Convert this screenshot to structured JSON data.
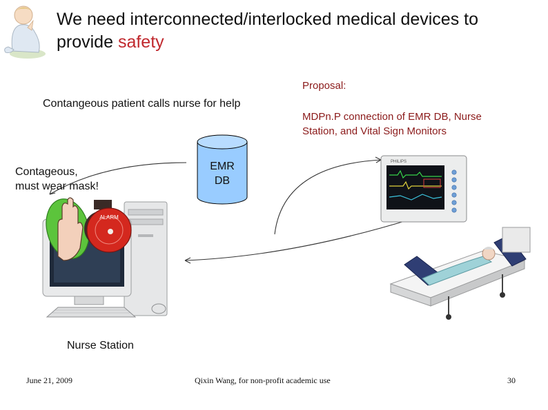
{
  "slide": {
    "title_line1": "We need interconnected/interlocked medical devices to",
    "title_line2_prefix": "provide ",
    "title_highlight": "safety",
    "proposal_label": "Proposal:",
    "proposal_text": "MDPn.P connection of EMR DB, Nurse Station, and Vital Sign Monitors",
    "patient_call": "Contangeous patient calls nurse for help",
    "warning_line1": "Contageous,",
    "warning_line2": "must wear mask!",
    "db_line1": "EMR",
    "db_line2": "DB",
    "nurse_station": "Nurse Station",
    "alarm_text": "ALARM",
    "monitor_brand": "PHILIPS"
  },
  "footer": {
    "date": "June 21, 2009",
    "author": "Qixin Wang, for non-profit academic use",
    "page": "30"
  },
  "colors": {
    "highlight": "#c0282d",
    "proposal": "#8b1a1a",
    "db_fill": "#99ccff",
    "hand_green": "#5cc43c",
    "alarm_red": "#d4281e"
  },
  "icons": [
    "praying-child-icon",
    "database-icon",
    "computer-icon",
    "stop-hand-icon",
    "alarm-bell-icon",
    "vital-sign-monitor-icon",
    "patient-bed-icon"
  ]
}
